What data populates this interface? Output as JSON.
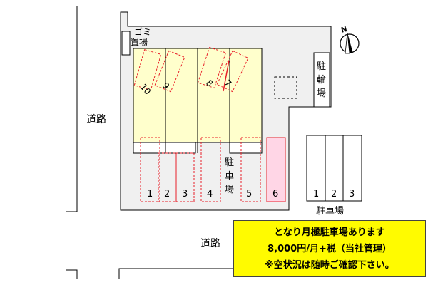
{
  "labels": {
    "road_left": "道路",
    "road_bottom": "道路",
    "garbage_line1": "ゴミ",
    "garbage_line2": "置場",
    "bicycle_parking": [
      "駐",
      "輪",
      "場"
    ],
    "center_parking": [
      "駐",
      "車",
      "場"
    ],
    "right_parking": "駐車場",
    "north": "N"
  },
  "angled_spaces": [
    "10",
    "9",
    "8",
    "7"
  ],
  "bottom_spaces": [
    "1",
    "2",
    "3",
    "4",
    "5",
    "6"
  ],
  "right_spaces": [
    "1",
    "2",
    "3"
  ],
  "info": {
    "line1": "となり月極駐車場あります",
    "line2": "8,000円/月+税（当社管理）",
    "line3": "※空状況は随時ご確認下さい。"
  },
  "colors": {
    "building": "#ffffcc",
    "lot": "#f0f0f0",
    "highlight_space": "#ffd6e6",
    "dashed": "#e8202a",
    "notice": "#fffb00"
  }
}
